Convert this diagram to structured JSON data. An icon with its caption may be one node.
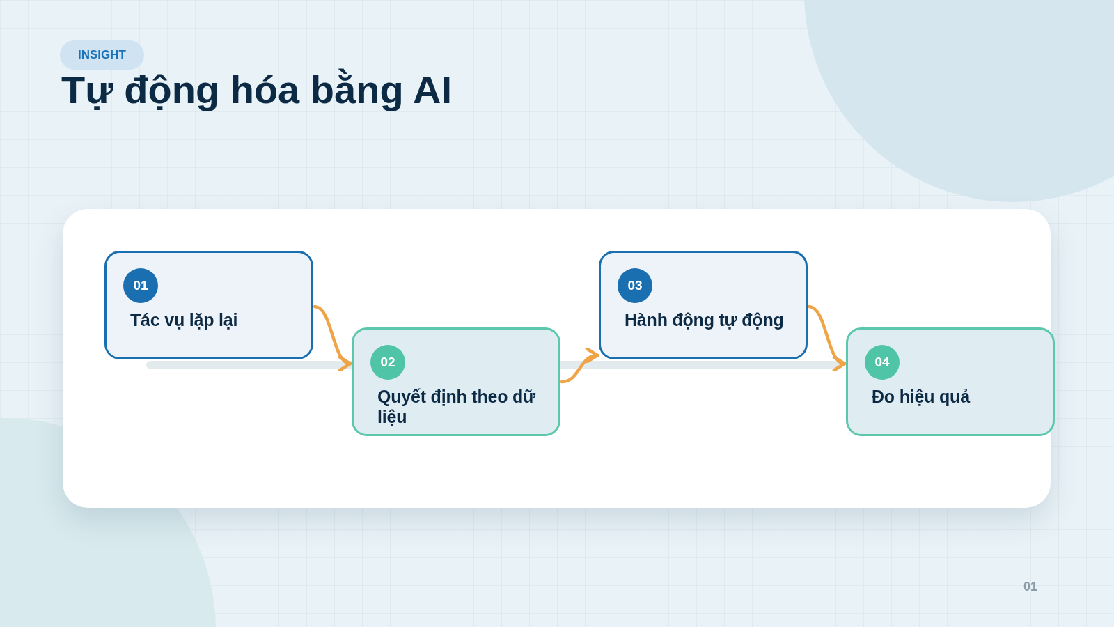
{
  "diagram": {
    "title": "Tự động hóa bằng AI",
    "nodes": [
      {
        "text": [
          "01",
          "Tác vụ lặp lại"
        ]
      },
      {
        "text": [
          "02",
          "Quyết định theo dữ liệu"
        ]
      },
      {
        "text": [
          "03",
          "Hành động tự động"
        ]
      },
      {
        "text": [
          "04",
          "Đo hiệu quả"
        ]
      }
    ],
    "edges": [
      {
        "from": 0,
        "to": 1,
        "arrow": "to"
      },
      {
        "from": 1,
        "to": 2,
        "arrow": "to"
      },
      {
        "from": 2,
        "to": 3,
        "arrow": "to"
      }
    ],
    "labels": [
      "INSIGHT",
      "01"
    ]
  }
}
